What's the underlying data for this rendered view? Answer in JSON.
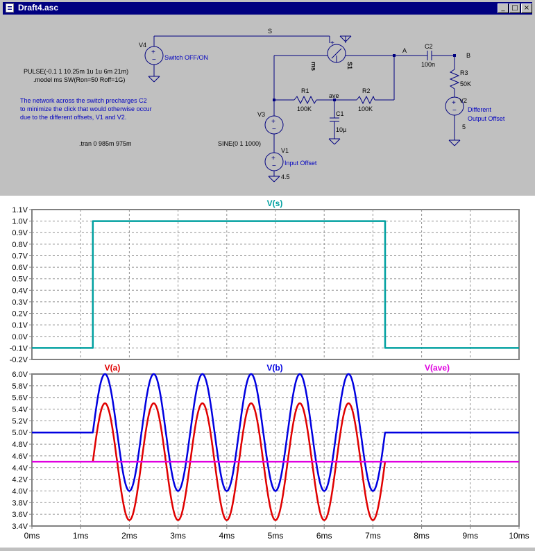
{
  "window": {
    "title": "Draft4.asc",
    "minimize": "_",
    "maximize": "□",
    "close": "×"
  },
  "schematic": {
    "net_s": "S",
    "net_a": "A",
    "net_b": "B",
    "net_ave": "ave",
    "v4": {
      "name": "V4",
      "label": "Switch OFF/ON"
    },
    "pulse": "PULSE(-0.1 1 10.25m 1u 1u 6m 21m)",
    "model": ".model ms SW(Ron=50 Roff=1G)",
    "note": [
      "The network across the switch precharges C2",
      "to minimize the click that would otherwise occur",
      "due to the different offsets, V1 and V2."
    ],
    "tran": ".tran 0 985m 975m",
    "s1": {
      "name": "S1",
      "model": "ms"
    },
    "r1": {
      "name": "R1",
      "value": "100K"
    },
    "r2": {
      "name": "R2",
      "value": "100K"
    },
    "r3": {
      "name": "R3",
      "value": "50K"
    },
    "c1": {
      "name": "C1",
      "value": "10µ"
    },
    "c2": {
      "name": "C2",
      "value": "100n"
    },
    "v3": {
      "name": "V3",
      "value": "SINE(0 1 1000)"
    },
    "v1": {
      "name": "V1",
      "label": "Input Offset",
      "value": "4.5"
    },
    "v2": {
      "name": "V2",
      "label": [
        "Different",
        "Output Offset"
      ],
      "value": "5"
    }
  },
  "chart_data": [
    {
      "type": "line",
      "series": [
        {
          "name": "V(s)",
          "color": "#00a0a0",
          "x": [
            0,
            1.25,
            1.25,
            7.25,
            7.25,
            10
          ],
          "y": [
            -0.1,
            -0.1,
            1.0,
            1.0,
            -0.1,
            -0.1
          ]
        }
      ],
      "xlim": [
        0,
        10
      ],
      "ylim": [
        -0.2,
        1.1
      ],
      "xticks": [
        "0ms",
        "1ms",
        "2ms",
        "3ms",
        "4ms",
        "5ms",
        "6ms",
        "7ms",
        "8ms",
        "9ms",
        "10ms"
      ],
      "yticks": [
        "1.1V",
        "1.0V",
        "0.9V",
        "0.8V",
        "0.7V",
        "0.6V",
        "0.5V",
        "0.4V",
        "0.3V",
        "0.2V",
        "0.1V",
        "0.0V",
        "-0.1V",
        "-0.2V"
      ],
      "grid": true
    },
    {
      "type": "line",
      "series": [
        {
          "name": "V(a)",
          "color": "#e00000",
          "x": [
            0,
            1.25,
            1.25,
            7.25,
            7.25,
            10
          ],
          "y": [
            4.5,
            4.5,
            "4.5 + sin(2π·1000·t)",
            "4.5 + sin(2π·1000·t)",
            4.5,
            4.5
          ]
        },
        {
          "name": "V(b)",
          "color": "#0000e0",
          "x": [
            0,
            1.25,
            1.25,
            7.25,
            7.25,
            10
          ],
          "y": [
            5.0,
            5.0,
            "5.0 + sin(2π·1000·t)",
            "5.0 + sin(2π·1000·t)",
            5.0,
            5.0
          ]
        },
        {
          "name": "V(ave)",
          "color": "#e000e0",
          "x": [
            0,
            10
          ],
          "y": [
            4.5,
            4.5
          ]
        }
      ],
      "switch_on": 1.25,
      "switch_off": 7.25,
      "sine_freq_per_ms": 1,
      "amplitude": 1.0,
      "xlim": [
        0,
        10
      ],
      "ylim": [
        3.4,
        6.0
      ],
      "xticks": [
        "0ms",
        "1ms",
        "2ms",
        "3ms",
        "4ms",
        "5ms",
        "6ms",
        "7ms",
        "8ms",
        "9ms",
        "10ms"
      ],
      "yticks": [
        "6.0V",
        "5.8V",
        "5.6V",
        "5.4V",
        "5.2V",
        "5.0V",
        "4.8V",
        "4.6V",
        "4.4V",
        "4.2V",
        "4.0V",
        "3.8V",
        "3.6V",
        "3.4V"
      ],
      "grid": true
    }
  ]
}
